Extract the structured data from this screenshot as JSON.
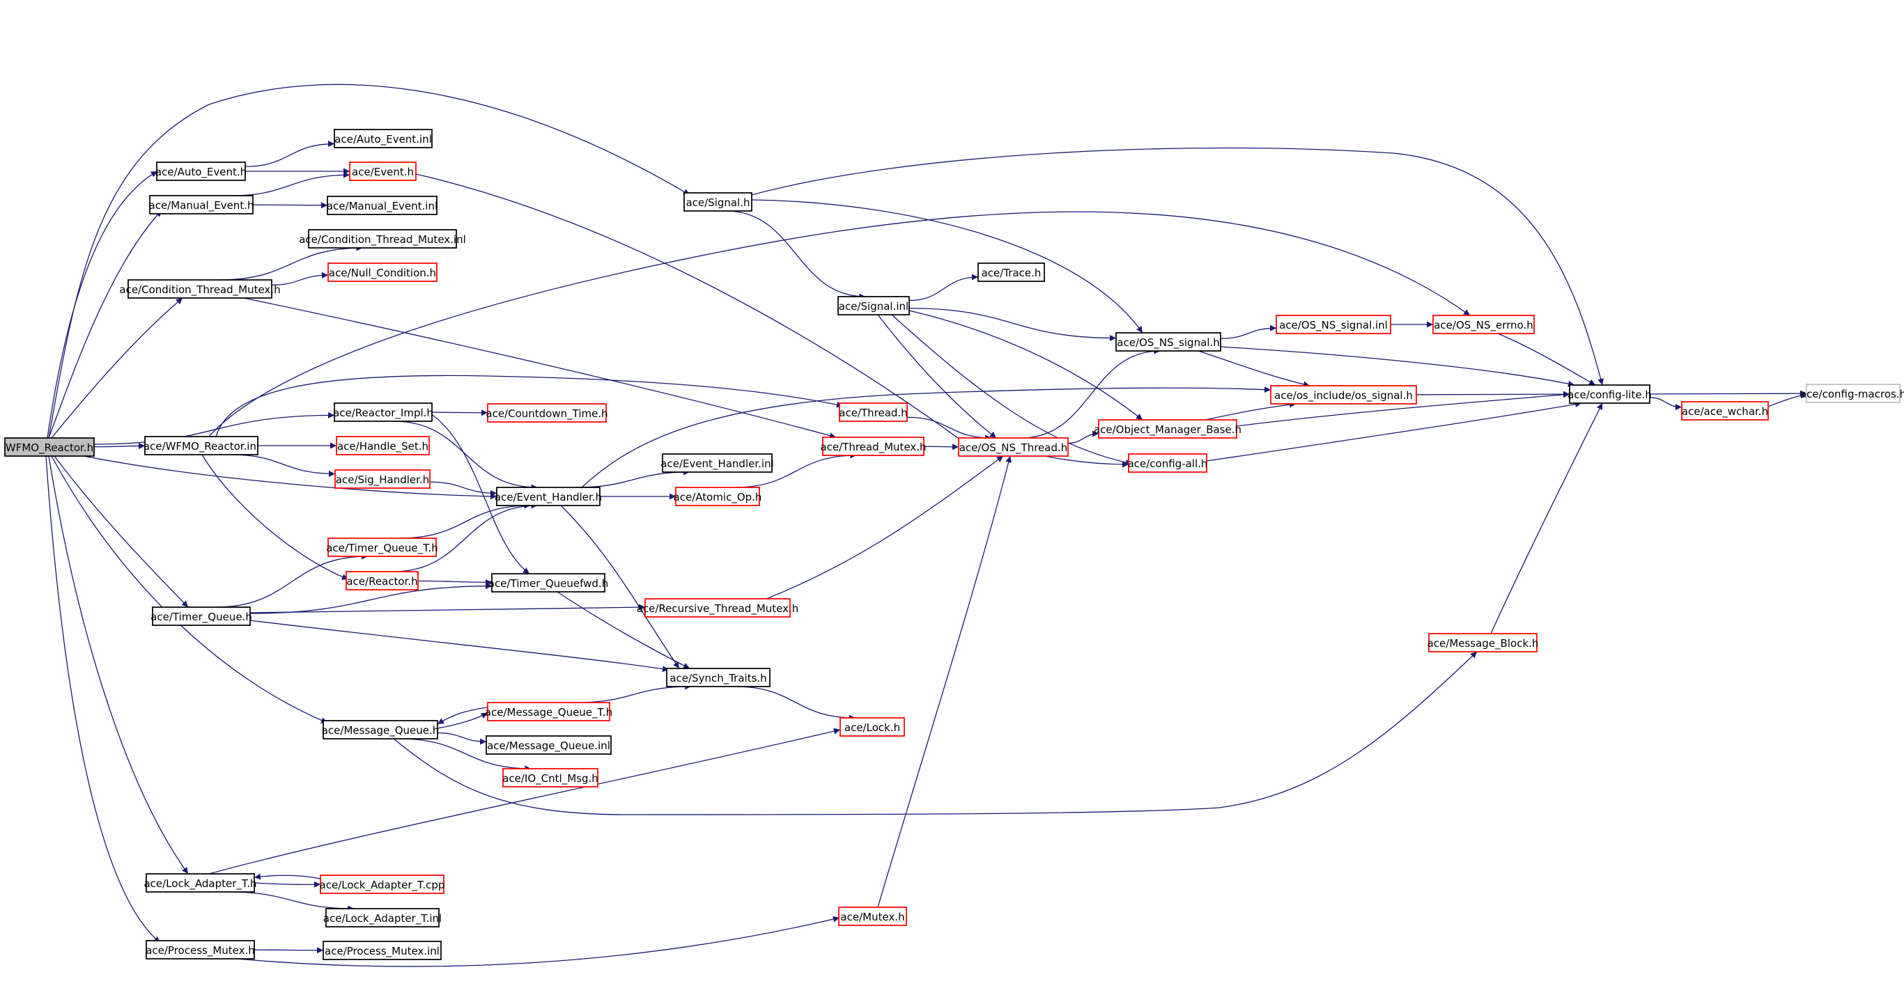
{
  "colors": {
    "background": "#ffffff",
    "edge": "#191970",
    "text": "#000000",
    "border_normal": "#000000",
    "border_truncated": "#ff0000",
    "border_external": "#bfbfbf",
    "root_fill": "#bfbfbf"
  },
  "nodes": [
    {
      "id": "wfmo_reactor_h",
      "label": "WFMO_Reactor.h",
      "style": "root"
    },
    {
      "id": "auto_event_h",
      "label": "ace/Auto_Event.h",
      "style": "normal"
    },
    {
      "id": "auto_event_inl",
      "label": "ace/Auto_Event.inl",
      "style": "normal"
    },
    {
      "id": "event_h",
      "label": "ace/Event.h",
      "style": "truncated"
    },
    {
      "id": "manual_event_h",
      "label": "ace/Manual_Event.h",
      "style": "normal"
    },
    {
      "id": "manual_event_inl",
      "label": "ace/Manual_Event.inl",
      "style": "normal"
    },
    {
      "id": "ctm_inl",
      "label": "ace/Condition_Thread_Mutex.inl",
      "style": "normal"
    },
    {
      "id": "null_condition_h",
      "label": "ace/Null_Condition.h",
      "style": "truncated"
    },
    {
      "id": "ctm_h",
      "label": "ace/Condition_Thread_Mutex.h",
      "style": "normal"
    },
    {
      "id": "reactor_impl_h",
      "label": "ace/Reactor_Impl.h",
      "style": "normal"
    },
    {
      "id": "countdown_time_h",
      "label": "ace/Countdown_Time.h",
      "style": "truncated"
    },
    {
      "id": "wfmo_reactor_inl",
      "label": "ace/WFMO_Reactor.inl",
      "style": "normal"
    },
    {
      "id": "handle_set_h",
      "label": "ace/Handle_Set.h",
      "style": "truncated"
    },
    {
      "id": "sig_handler_h",
      "label": "ace/Sig_Handler.h",
      "style": "truncated"
    },
    {
      "id": "event_handler_h",
      "label": "ace/Event_Handler.h",
      "style": "normal"
    },
    {
      "id": "event_handler_inl",
      "label": "ace/Event_Handler.inl",
      "style": "normal"
    },
    {
      "id": "atomic_op_h",
      "label": "ace/Atomic_Op.h",
      "style": "truncated"
    },
    {
      "id": "timer_queue_t_h",
      "label": "ace/Timer_Queue_T.h",
      "style": "truncated"
    },
    {
      "id": "reactor_h",
      "label": "ace/Reactor.h",
      "style": "truncated"
    },
    {
      "id": "timer_queuefwd_h",
      "label": "ace/Timer_Queuefwd.h",
      "style": "normal"
    },
    {
      "id": "timer_queue_h",
      "label": "ace/Timer_Queue.h",
      "style": "normal"
    },
    {
      "id": "recursive_thread_mutex_h",
      "label": "ace/Recursive_Thread_Mutex.h",
      "style": "truncated"
    },
    {
      "id": "synch_traits_h",
      "label": "ace/Synch_Traits.h",
      "style": "normal"
    },
    {
      "id": "message_queue_t_h",
      "label": "ace/Message_Queue_T.h",
      "style": "truncated"
    },
    {
      "id": "message_queue_h",
      "label": "ace/Message_Queue.h",
      "style": "normal"
    },
    {
      "id": "message_queue_inl",
      "label": "ace/Message_Queue.inl",
      "style": "normal"
    },
    {
      "id": "io_cntl_msg_h",
      "label": "ace/IO_Cntl_Msg.h",
      "style": "truncated"
    },
    {
      "id": "lock_h",
      "label": "ace/Lock.h",
      "style": "truncated"
    },
    {
      "id": "lock_adapter_t_h",
      "label": "ace/Lock_Adapter_T.h",
      "style": "normal"
    },
    {
      "id": "lock_adapter_t_cpp",
      "label": "ace/Lock_Adapter_T.cpp",
      "style": "truncated"
    },
    {
      "id": "lock_adapter_t_inl",
      "label": "ace/Lock_Adapter_T.inl",
      "style": "normal"
    },
    {
      "id": "process_mutex_h",
      "label": "ace/Process_Mutex.h",
      "style": "normal"
    },
    {
      "id": "process_mutex_inl",
      "label": "ace/Process_Mutex.inl",
      "style": "normal"
    },
    {
      "id": "mutex_h",
      "label": "ace/Mutex.h",
      "style": "truncated"
    },
    {
      "id": "signal_h",
      "label": "ace/Signal.h",
      "style": "normal"
    },
    {
      "id": "signal_inl",
      "label": "ace/Signal.inl",
      "style": "normal"
    },
    {
      "id": "trace_h",
      "label": "ace/Trace.h",
      "style": "normal"
    },
    {
      "id": "thread_h",
      "label": "ace/Thread.h",
      "style": "truncated"
    },
    {
      "id": "thread_mutex_h",
      "label": "ace/Thread_Mutex.h",
      "style": "truncated"
    },
    {
      "id": "os_ns_thread_h",
      "label": "ace/OS_NS_Thread.h",
      "style": "truncated"
    },
    {
      "id": "os_ns_signal_h",
      "label": "ace/OS_NS_signal.h",
      "style": "normal"
    },
    {
      "id": "os_ns_signal_inl",
      "label": "ace/OS_NS_signal.inl",
      "style": "truncated"
    },
    {
      "id": "os_ns_errno_h",
      "label": "ace/OS_NS_errno.h",
      "style": "truncated"
    },
    {
      "id": "os_include_signal_h",
      "label": "ace/os_include/os_signal.h",
      "style": "truncated"
    },
    {
      "id": "object_manager_base_h",
      "label": "ace/Object_Manager_Base.h",
      "style": "truncated"
    },
    {
      "id": "config_all_h",
      "label": "ace/config-all.h",
      "style": "truncated"
    },
    {
      "id": "config_lite_h",
      "label": "ace/config-lite.h",
      "style": "normal"
    },
    {
      "id": "ace_wchar_h",
      "label": "ace/ace_wchar.h",
      "style": "truncated"
    },
    {
      "id": "config_macros_h",
      "label": "ace/config-macros.h",
      "style": "external"
    },
    {
      "id": "message_block_h",
      "label": "ace/Message_Block.h",
      "style": "truncated"
    }
  ],
  "edges": [
    {
      "from": "wfmo_reactor_h",
      "to": "auto_event_h"
    },
    {
      "from": "wfmo_reactor_h",
      "to": "manual_event_h"
    },
    {
      "from": "wfmo_reactor_h",
      "to": "ctm_h"
    },
    {
      "from": "wfmo_reactor_h",
      "to": "signal_h"
    },
    {
      "from": "wfmo_reactor_h",
      "to": "reactor_impl_h"
    },
    {
      "from": "wfmo_reactor_h",
      "to": "wfmo_reactor_inl"
    },
    {
      "from": "wfmo_reactor_h",
      "to": "event_handler_h"
    },
    {
      "from": "wfmo_reactor_h",
      "to": "timer_queue_h"
    },
    {
      "from": "wfmo_reactor_h",
      "to": "message_queue_h"
    },
    {
      "from": "wfmo_reactor_h",
      "to": "lock_adapter_t_h"
    },
    {
      "from": "wfmo_reactor_h",
      "to": "process_mutex_h"
    },
    {
      "from": "auto_event_h",
      "to": "auto_event_inl"
    },
    {
      "from": "auto_event_h",
      "to": "event_h"
    },
    {
      "from": "manual_event_h",
      "to": "event_h"
    },
    {
      "from": "manual_event_h",
      "to": "manual_event_inl"
    },
    {
      "from": "event_h",
      "to": "os_ns_thread_h"
    },
    {
      "from": "ctm_h",
      "to": "ctm_inl"
    },
    {
      "from": "ctm_h",
      "to": "null_condition_h"
    },
    {
      "from": "ctm_h",
      "to": "thread_mutex_h"
    },
    {
      "from": "wfmo_reactor_inl",
      "to": "os_ns_errno_h"
    },
    {
      "from": "wfmo_reactor_inl",
      "to": "thread_h"
    },
    {
      "from": "wfmo_reactor_inl",
      "to": "handle_set_h"
    },
    {
      "from": "wfmo_reactor_inl",
      "to": "sig_handler_h"
    },
    {
      "from": "wfmo_reactor_inl",
      "to": "reactor_h"
    },
    {
      "from": "reactor_impl_h",
      "to": "countdown_time_h"
    },
    {
      "from": "reactor_impl_h",
      "to": "event_handler_h"
    },
    {
      "from": "reactor_impl_h",
      "to": "timer_queuefwd_h"
    },
    {
      "from": "sig_handler_h",
      "to": "event_handler_h"
    },
    {
      "from": "event_handler_h",
      "to": "event_handler_inl"
    },
    {
      "from": "event_handler_h",
      "to": "atomic_op_h"
    },
    {
      "from": "event_handler_h",
      "to": "os_include_signal_h"
    },
    {
      "from": "event_handler_h",
      "to": "synch_traits_h"
    },
    {
      "from": "atomic_op_h",
      "to": "thread_mutex_h"
    },
    {
      "from": "timer_queue_h",
      "to": "timer_queue_t_h"
    },
    {
      "from": "timer_queue_h",
      "to": "timer_queuefwd_h"
    },
    {
      "from": "timer_queue_h",
      "to": "recursive_thread_mutex_h"
    },
    {
      "from": "timer_queue_h",
      "to": "synch_traits_h"
    },
    {
      "from": "timer_queue_t_h",
      "to": "event_handler_h"
    },
    {
      "from": "reactor_h",
      "to": "event_handler_h"
    },
    {
      "from": "reactor_h",
      "to": "timer_queuefwd_h"
    },
    {
      "from": "timer_queuefwd_h",
      "to": "synch_traits_h"
    },
    {
      "from": "recursive_thread_mutex_h",
      "to": "os_ns_thread_h"
    },
    {
      "from": "synch_traits_h",
      "to": "lock_h"
    },
    {
      "from": "message_queue_h",
      "to": "message_queue_t_h"
    },
    {
      "from": "message_queue_h",
      "to": "message_queue_inl"
    },
    {
      "from": "message_queue_h",
      "to": "io_cntl_msg_h"
    },
    {
      "from": "message_queue_h",
      "to": "message_block_h"
    },
    {
      "from": "message_queue_t_h",
      "to": "message_queue_h"
    },
    {
      "from": "message_queue_t_h",
      "to": "synch_traits_h"
    },
    {
      "from": "lock_adapter_t_h",
      "to": "lock_h"
    },
    {
      "from": "lock_adapter_t_h",
      "to": "lock_adapter_t_cpp"
    },
    {
      "from": "lock_adapter_t_h",
      "to": "lock_adapter_t_inl"
    },
    {
      "from": "lock_adapter_t_cpp",
      "to": "lock_adapter_t_h"
    },
    {
      "from": "process_mutex_h",
      "to": "process_mutex_inl"
    },
    {
      "from": "process_mutex_h",
      "to": "mutex_h"
    },
    {
      "from": "mutex_h",
      "to": "os_ns_thread_h"
    },
    {
      "from": "signal_h",
      "to": "config_lite_h"
    },
    {
      "from": "signal_h",
      "to": "os_ns_signal_h"
    },
    {
      "from": "signal_h",
      "to": "signal_inl"
    },
    {
      "from": "signal_inl",
      "to": "trace_h"
    },
    {
      "from": "signal_inl",
      "to": "os_ns_signal_h"
    },
    {
      "from": "signal_inl",
      "to": "object_manager_base_h"
    },
    {
      "from": "signal_inl",
      "to": "os_ns_thread_h"
    },
    {
      "from": "signal_inl",
      "to": "config_all_h"
    },
    {
      "from": "thread_h",
      "to": "os_ns_thread_h"
    },
    {
      "from": "thread_mutex_h",
      "to": "os_ns_thread_h"
    },
    {
      "from": "os_ns_thread_h",
      "to": "os_ns_signal_h"
    },
    {
      "from": "os_ns_thread_h",
      "to": "object_manager_base_h"
    },
    {
      "from": "os_ns_thread_h",
      "to": "config_all_h"
    },
    {
      "from": "os_ns_signal_h",
      "to": "os_ns_signal_inl"
    },
    {
      "from": "os_ns_signal_h",
      "to": "os_include_signal_h"
    },
    {
      "from": "os_ns_signal_h",
      "to": "config_lite_h"
    },
    {
      "from": "os_ns_signal_inl",
      "to": "os_ns_errno_h"
    },
    {
      "from": "os_ns_errno_h",
      "to": "config_lite_h"
    },
    {
      "from": "object_manager_base_h",
      "to": "os_include_signal_h"
    },
    {
      "from": "object_manager_base_h",
      "to": "config_lite_h"
    },
    {
      "from": "os_include_signal_h",
      "to": "config_lite_h"
    },
    {
      "from": "config_all_h",
      "to": "config_lite_h"
    },
    {
      "from": "config_lite_h",
      "to": "ace_wchar_h"
    },
    {
      "from": "config_lite_h",
      "to": "config_macros_h"
    },
    {
      "from": "ace_wchar_h",
      "to": "config_macros_h"
    },
    {
      "from": "message_block_h",
      "to": "config_lite_h"
    }
  ]
}
